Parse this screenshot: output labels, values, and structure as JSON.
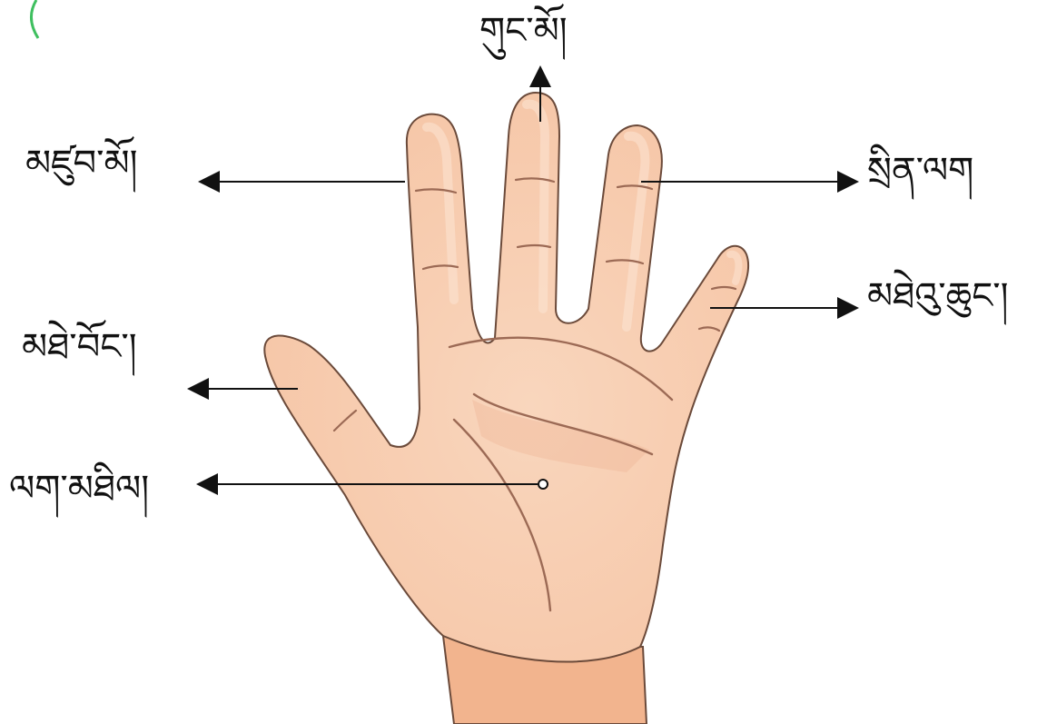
{
  "diagram": {
    "labels": {
      "middle_finger": "གུང་མོ།",
      "index_finger": "མཛུབ་མོ།",
      "ring_finger": "སྲིན་ལག",
      "little_finger": "མཐེའུ་ཆུང་།",
      "thumb": "མཐེ་བོང་།",
      "palm": "ལག་མཐིལ།"
    },
    "colors": {
      "skin": "#f8d0b4",
      "skin_shadow": "#efb392",
      "wrist": "#f2b48e",
      "outline": "#6b4a3a",
      "crease": "#9c6a55",
      "arrow": "#111111",
      "accent_green": "#3fbf5f"
    }
  }
}
